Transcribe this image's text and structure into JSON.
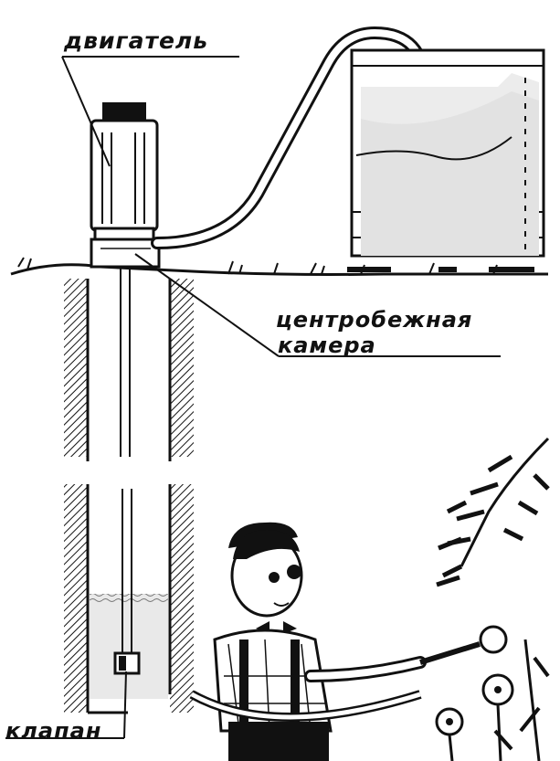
{
  "labels": {
    "motor": "двигатель",
    "chamber_line1": "центробежная",
    "chamber_line2": "камера",
    "valve": "клапан"
  },
  "colors": {
    "ink": "#111111",
    "background": "#ffffff",
    "water": "#e9e9e9"
  }
}
